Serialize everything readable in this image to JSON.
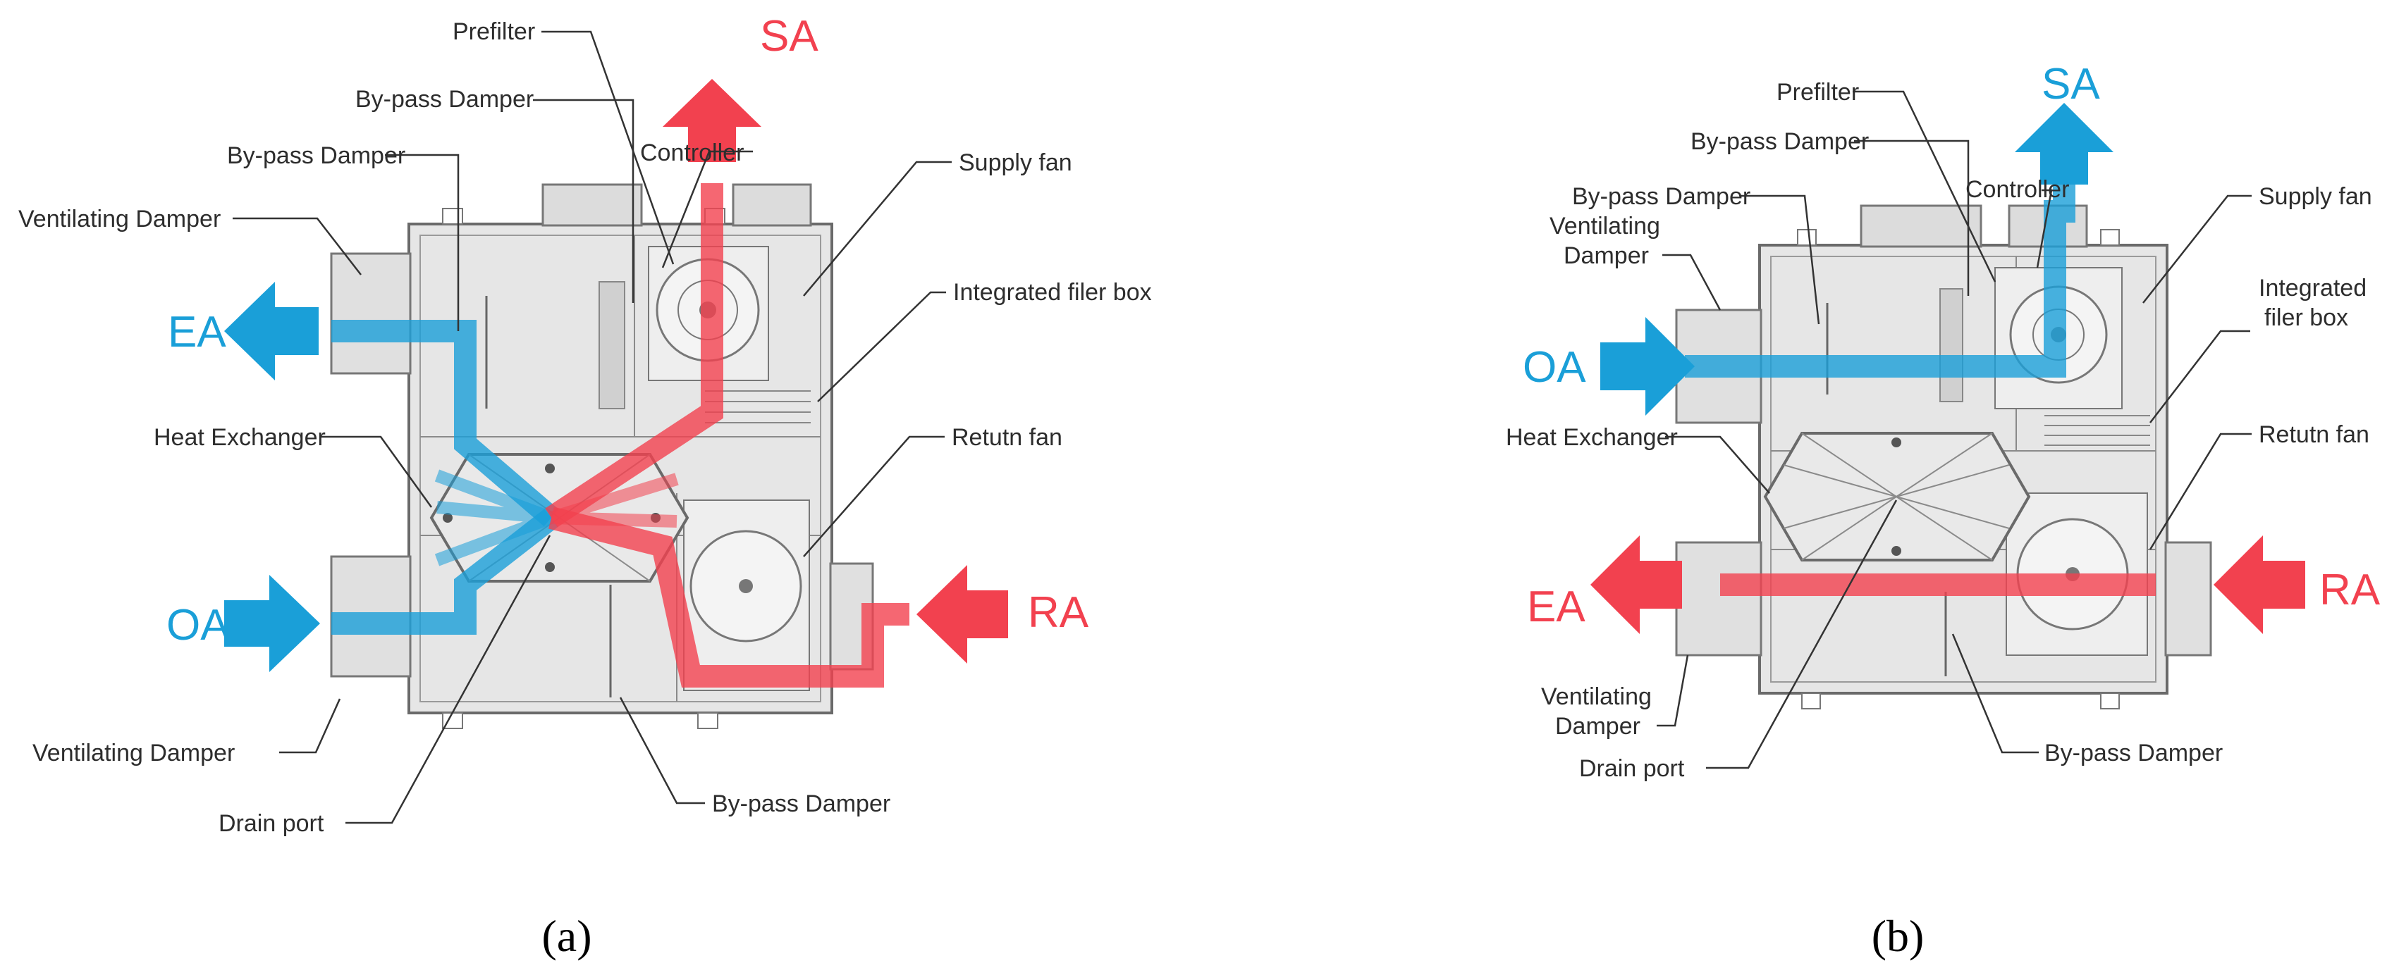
{
  "colors": {
    "blue_stream": "#1a9fd8",
    "red_stream": "#f2414f",
    "unit_fill": "#e6e6e6",
    "unit_line": "#6a6a6a"
  },
  "panel_a": {
    "caption": "(a)",
    "streams": {
      "ea": "EA",
      "oa": "OA",
      "sa": "SA",
      "ra": "RA"
    },
    "labels": {
      "prefilter": "Prefilter",
      "bypass_top_right": "By-pass Damper",
      "bypass_top_left": "By-pass Damper",
      "controller": "Controller",
      "supply_fan": "Supply fan",
      "ventilating_damper_top": "Ventilating Damper",
      "integrated_filter_box": "Integrated filer box",
      "heat_exchanger": "Heat Exchanger",
      "return_fan": "Retutn fan",
      "ventilating_damper_bottom": "Ventilating Damper",
      "drain_port": "Drain port",
      "bypass_bottom": "By-pass Damper"
    }
  },
  "panel_b": {
    "caption": "(b)",
    "streams": {
      "oa": "OA",
      "sa": "SA",
      "ea": "EA",
      "ra": "RA"
    },
    "labels": {
      "prefilter": "Prefilter",
      "bypass_top_right": "By-pass Damper",
      "bypass_top_left": "By-pass Damper",
      "controller": "Controller",
      "supply_fan": "Supply fan",
      "ventilating_damper_top_1": "Ventilating",
      "ventilating_damper_top_2": "Damper",
      "integrated_filter_box_1": "Integrated",
      "integrated_filter_box_2": "filer box",
      "heat_exchanger": "Heat Exchanger",
      "return_fan": "Retutn fan",
      "ventilating_damper_bottom_1": "Ventilating",
      "ventilating_damper_bottom_2": "Damper",
      "drain_port": "Drain port",
      "bypass_bottom": "By-pass Damper"
    }
  }
}
